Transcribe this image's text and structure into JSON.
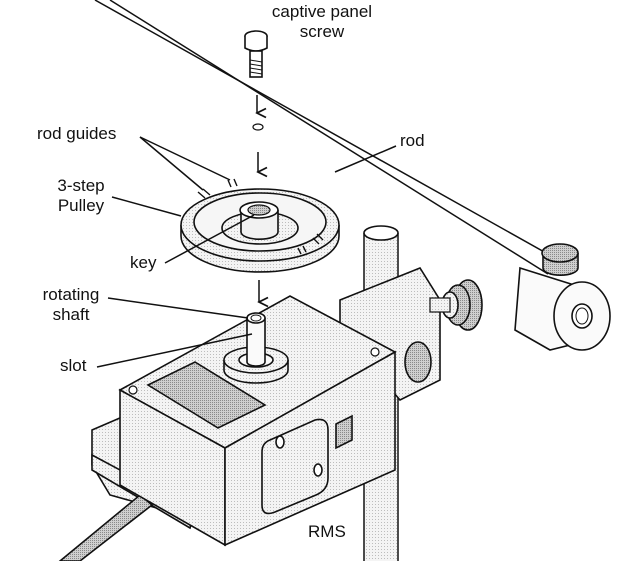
{
  "figure": {
    "type": "exploded assembly diagram",
    "subject": "rotary motion sensor with 3-step pulley mounted on rod stand",
    "colors": {
      "line": "#111111",
      "fill_light": "#f2f2f2",
      "fill_mid": "#d4d4d4",
      "fill_dark": "#9a9a9a",
      "background": "#ffffff"
    }
  },
  "labels": {
    "captive_panel_screw": [
      "captive panel",
      "screw"
    ],
    "rod_guides": "rod guides",
    "rod": "rod",
    "pulley": [
      "3-step",
      "Pulley"
    ],
    "key": "key",
    "rotating_shaft": [
      "rotating",
      "shaft"
    ],
    "slot": "slot",
    "rms": "RMS"
  }
}
